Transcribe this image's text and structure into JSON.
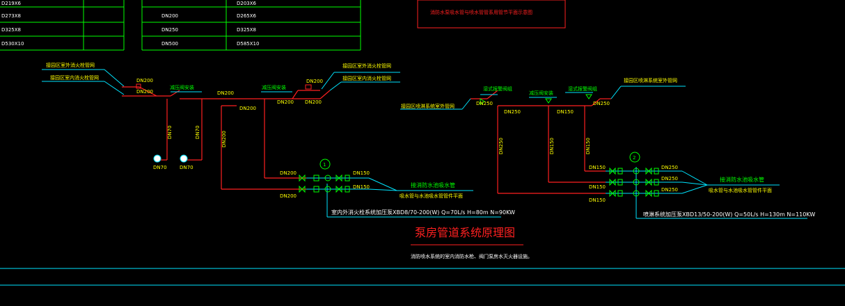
{
  "colors": {
    "background": "#000000",
    "pipe": "#ff2020",
    "leader": "#00e5ff",
    "table": "#00ff00",
    "label": "#ffff00",
    "symbol": "#00ff00",
    "title": "#ff2020"
  },
  "table": {
    "left_col": [
      "D219X6",
      "D273X8",
      "D325X8",
      "D530X10"
    ],
    "mid_col": [
      "DN200",
      "DN250",
      "DN500"
    ],
    "right_col": [
      "D203X6",
      "D265X6",
      "D325X8",
      "D585X10"
    ]
  },
  "red_box_note": "消防水泵吸水管与喷水管管系用管节平面示意图",
  "left": {
    "ext_label_1": "接园区室外消火栓管网",
    "ext_label_2": "接园区室内消火栓管网",
    "ext_label_3": "接园区室外消火栓管网",
    "ext_label_4": "接园区室内消火栓管网",
    "device_1": "减压阀安装",
    "device_2": "减压阀安装",
    "dn200_a": "DN200",
    "dn200_b": "DN200",
    "dn200_c": "DN200",
    "dn200_d": "DN200",
    "dn200_e": "DN200",
    "dn200_f": "DN200",
    "dn200_g": "DN200",
    "dn200_h": "DN200",
    "dn200_v1": "DN200",
    "dn200_v2": "DN200",
    "dn70_v1": "DN70",
    "dn70_v2": "DN70",
    "dn70_g1": "DN70",
    "dn70_g2": "DN70",
    "dn150_a": "DN150",
    "dn150_b": "DN150",
    "suction_label_1": "接消防水池吸水管",
    "suction_label_2": "吸水管与水池吸水管管件平面",
    "pump_no": "1",
    "pump_spec": "室内外消火栓系统加压泵XBD8/70-200(W)  Q=70L/s   H=80m   N=90KW"
  },
  "right": {
    "ext_label_1": "接园区喷淋系统室外管网",
    "ext_label_2": "接园区喷淋系统室外管网",
    "device_1": "湿式报警阀组",
    "device_2": "减压阀安装",
    "device_3": "湿式报警阀组",
    "dn250_a": "DN250",
    "dn250_b": "DN250",
    "dn250_c": "DN250",
    "dn250_v1": "DN250",
    "dn150_v1": "DN150",
    "dn150_v2": "DN150",
    "dn150_a": "DN150",
    "dn150_b": "DN150",
    "dn250_r1": "DN250",
    "dn250_r2": "DN250",
    "dn250_r3": "DN250",
    "dn150_d1": "DN150",
    "dn150_d2": "DN150",
    "suction_label_1": "接消防水池吸水管",
    "suction_label_2": "吸水管与水池吸水管管件平面",
    "pump_no": "2",
    "pump_spec": "喷淋系统加压泵XBD13/50-200(W)  Q=50L/s   H=130m   N=110KW"
  },
  "title": "泵房管道系统原理图",
  "footnote": "消防喷水系统的室内消防水枪、阀门泵房水灭火器设施。"
}
